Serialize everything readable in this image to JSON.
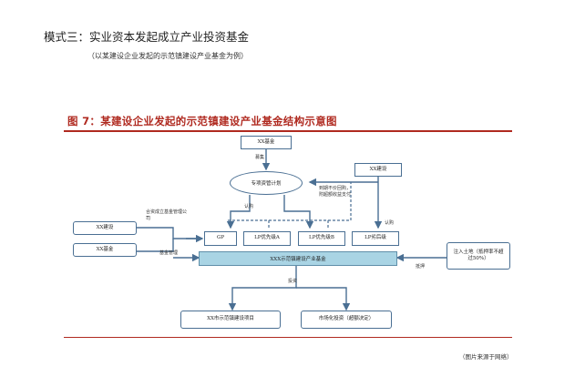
{
  "page": {
    "title": "模式三：实业资本发起成立产业投资基金",
    "subtitle": "（以某建设企业发起的示范镇建设产业基金为例）",
    "figure_title": "图 7：某建设企业发起的示范镇建设产业基金结构示意图",
    "source": "（图片来源于网络）"
  },
  "diagram": {
    "nodes": {
      "xx_fund_top": "XX基金",
      "special_plan": "专项资管计划",
      "xx_construction_right": "XX建设",
      "xx_construction_left": "XX建设",
      "xx_fund_left": "XX基金",
      "gp": "GP",
      "lp_a": "LP优先级A",
      "lp_b": "LP优先级B",
      "lp_sub": "LP劣后级",
      "fund_bar": "XXX示范镇建设产业基金",
      "land": "注入土地（抵押率不超过50%）",
      "project": "XX市示范镇建设项目",
      "market": "市场化投资（超额决定）"
    },
    "labels": {
      "raise": "募集",
      "subscribe_left": "认购",
      "subscribe_right": "认购",
      "jv": "合资成立基金管理公司",
      "manage": "基金管理",
      "guarantee": "到期不价回购，\n附超额收益支付",
      "invest": "投资",
      "pledge": "抵押"
    }
  }
}
